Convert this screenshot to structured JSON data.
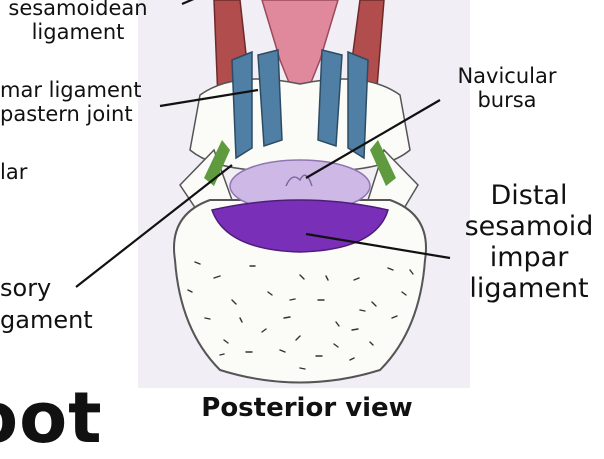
{
  "colors": {
    "panel_bg": "#f1eef6",
    "muscle_red": "#b24d4d",
    "muscle_pink": "#e0889c",
    "tendon_blue": "#4f7fa5",
    "bursa_lavender": "#cdb8e6",
    "ligament_purple": "#7a2fb8",
    "bone_fill": "#fbfbf7",
    "green_tissue": "#5f9a3e",
    "leader_line": "#111111"
  },
  "labels": {
    "top_left_line1": "sesamoidean",
    "top_left_line2": "ligament",
    "mid_left_line1": "mar ligament",
    "mid_left_line2": "pastern joint",
    "left_frag": "lar",
    "lower_left_line1": "sory",
    "lower_left_line2": "gament",
    "navicular_line1": "Navicular",
    "navicular_line2": "bursa",
    "distal_line1": "Distal",
    "distal_line2": "sesamoid",
    "distal_line3": "impar",
    "distal_line4": "ligament",
    "view_title": "Posterior view",
    "big_heading_frag": "oot"
  }
}
